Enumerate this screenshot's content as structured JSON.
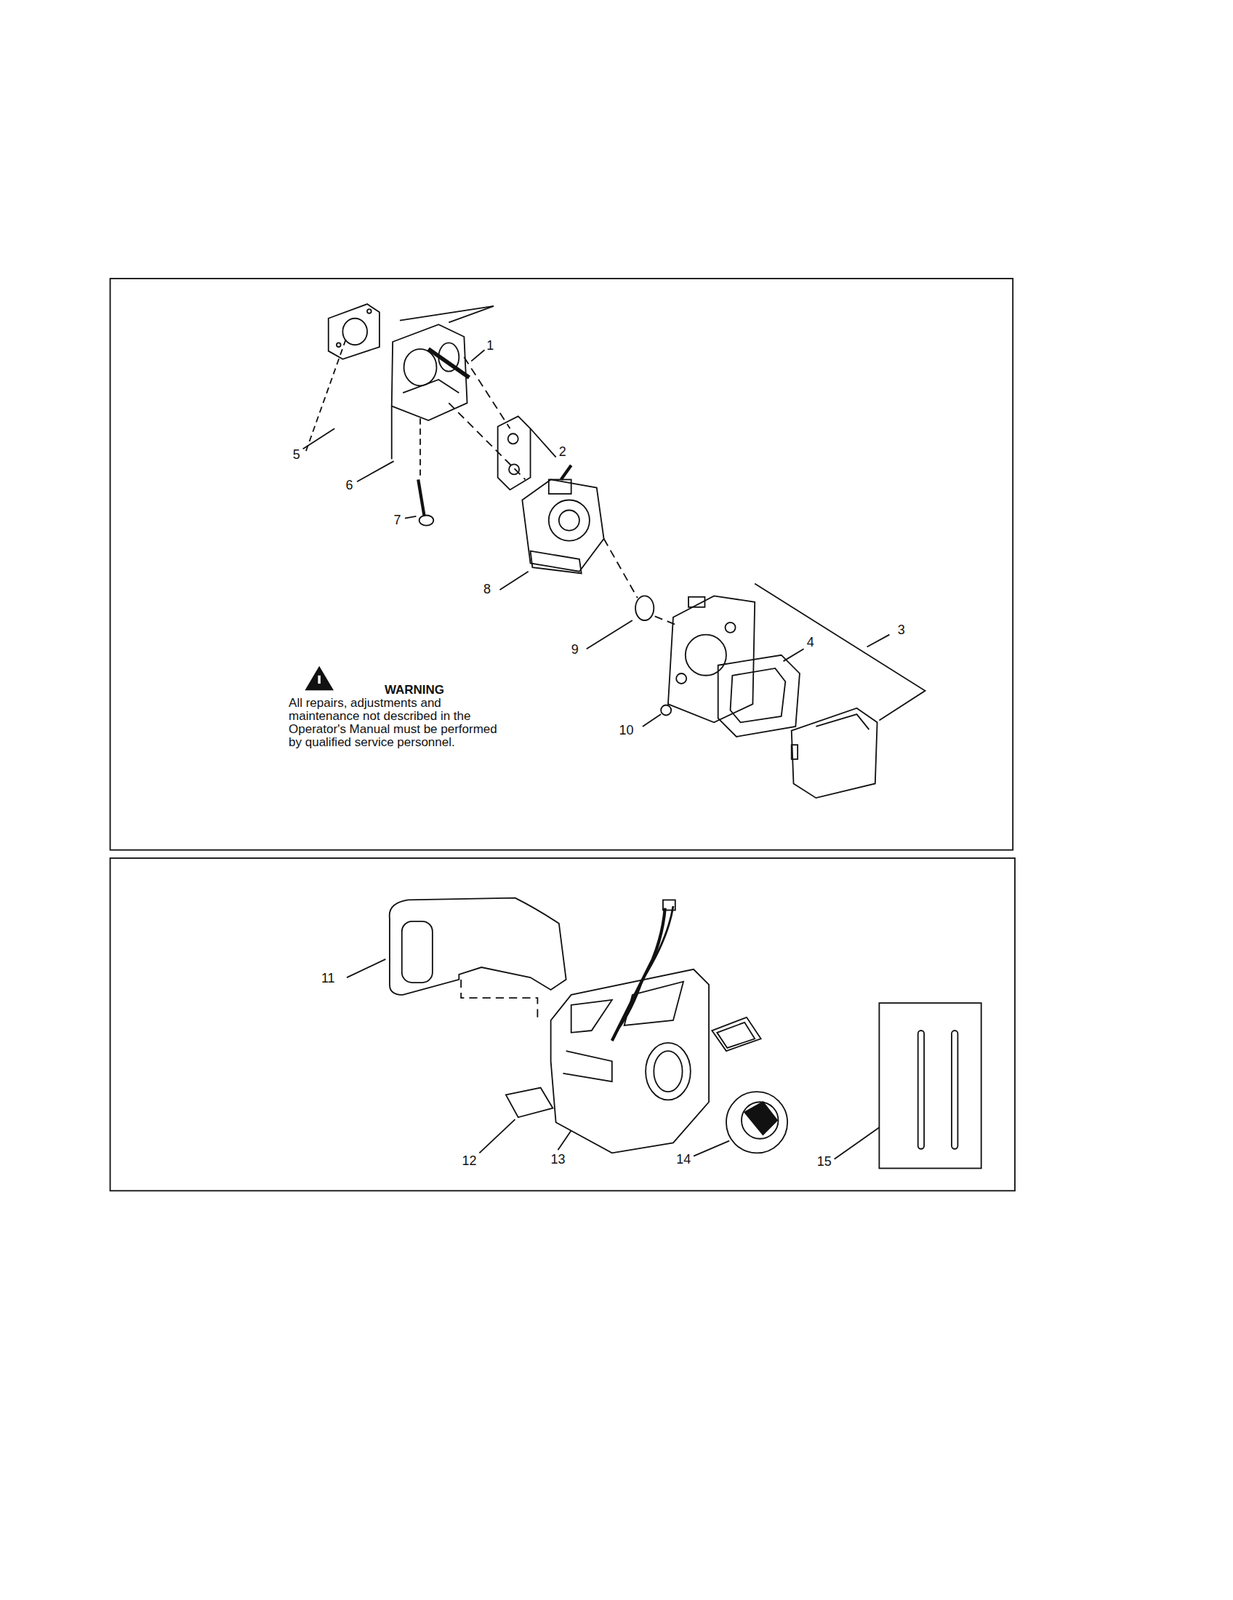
{
  "diagram": {
    "labels": [
      "1",
      "2",
      "3",
      "4",
      "5",
      "6",
      "7",
      "8",
      "9",
      "10",
      "11",
      "12",
      "13",
      "14",
      "15",
      "WARNING",
      "All repairs, adjustments and maintenance not described in the Operator's Manual must be performed by qualified service personnel."
    ]
  }
}
